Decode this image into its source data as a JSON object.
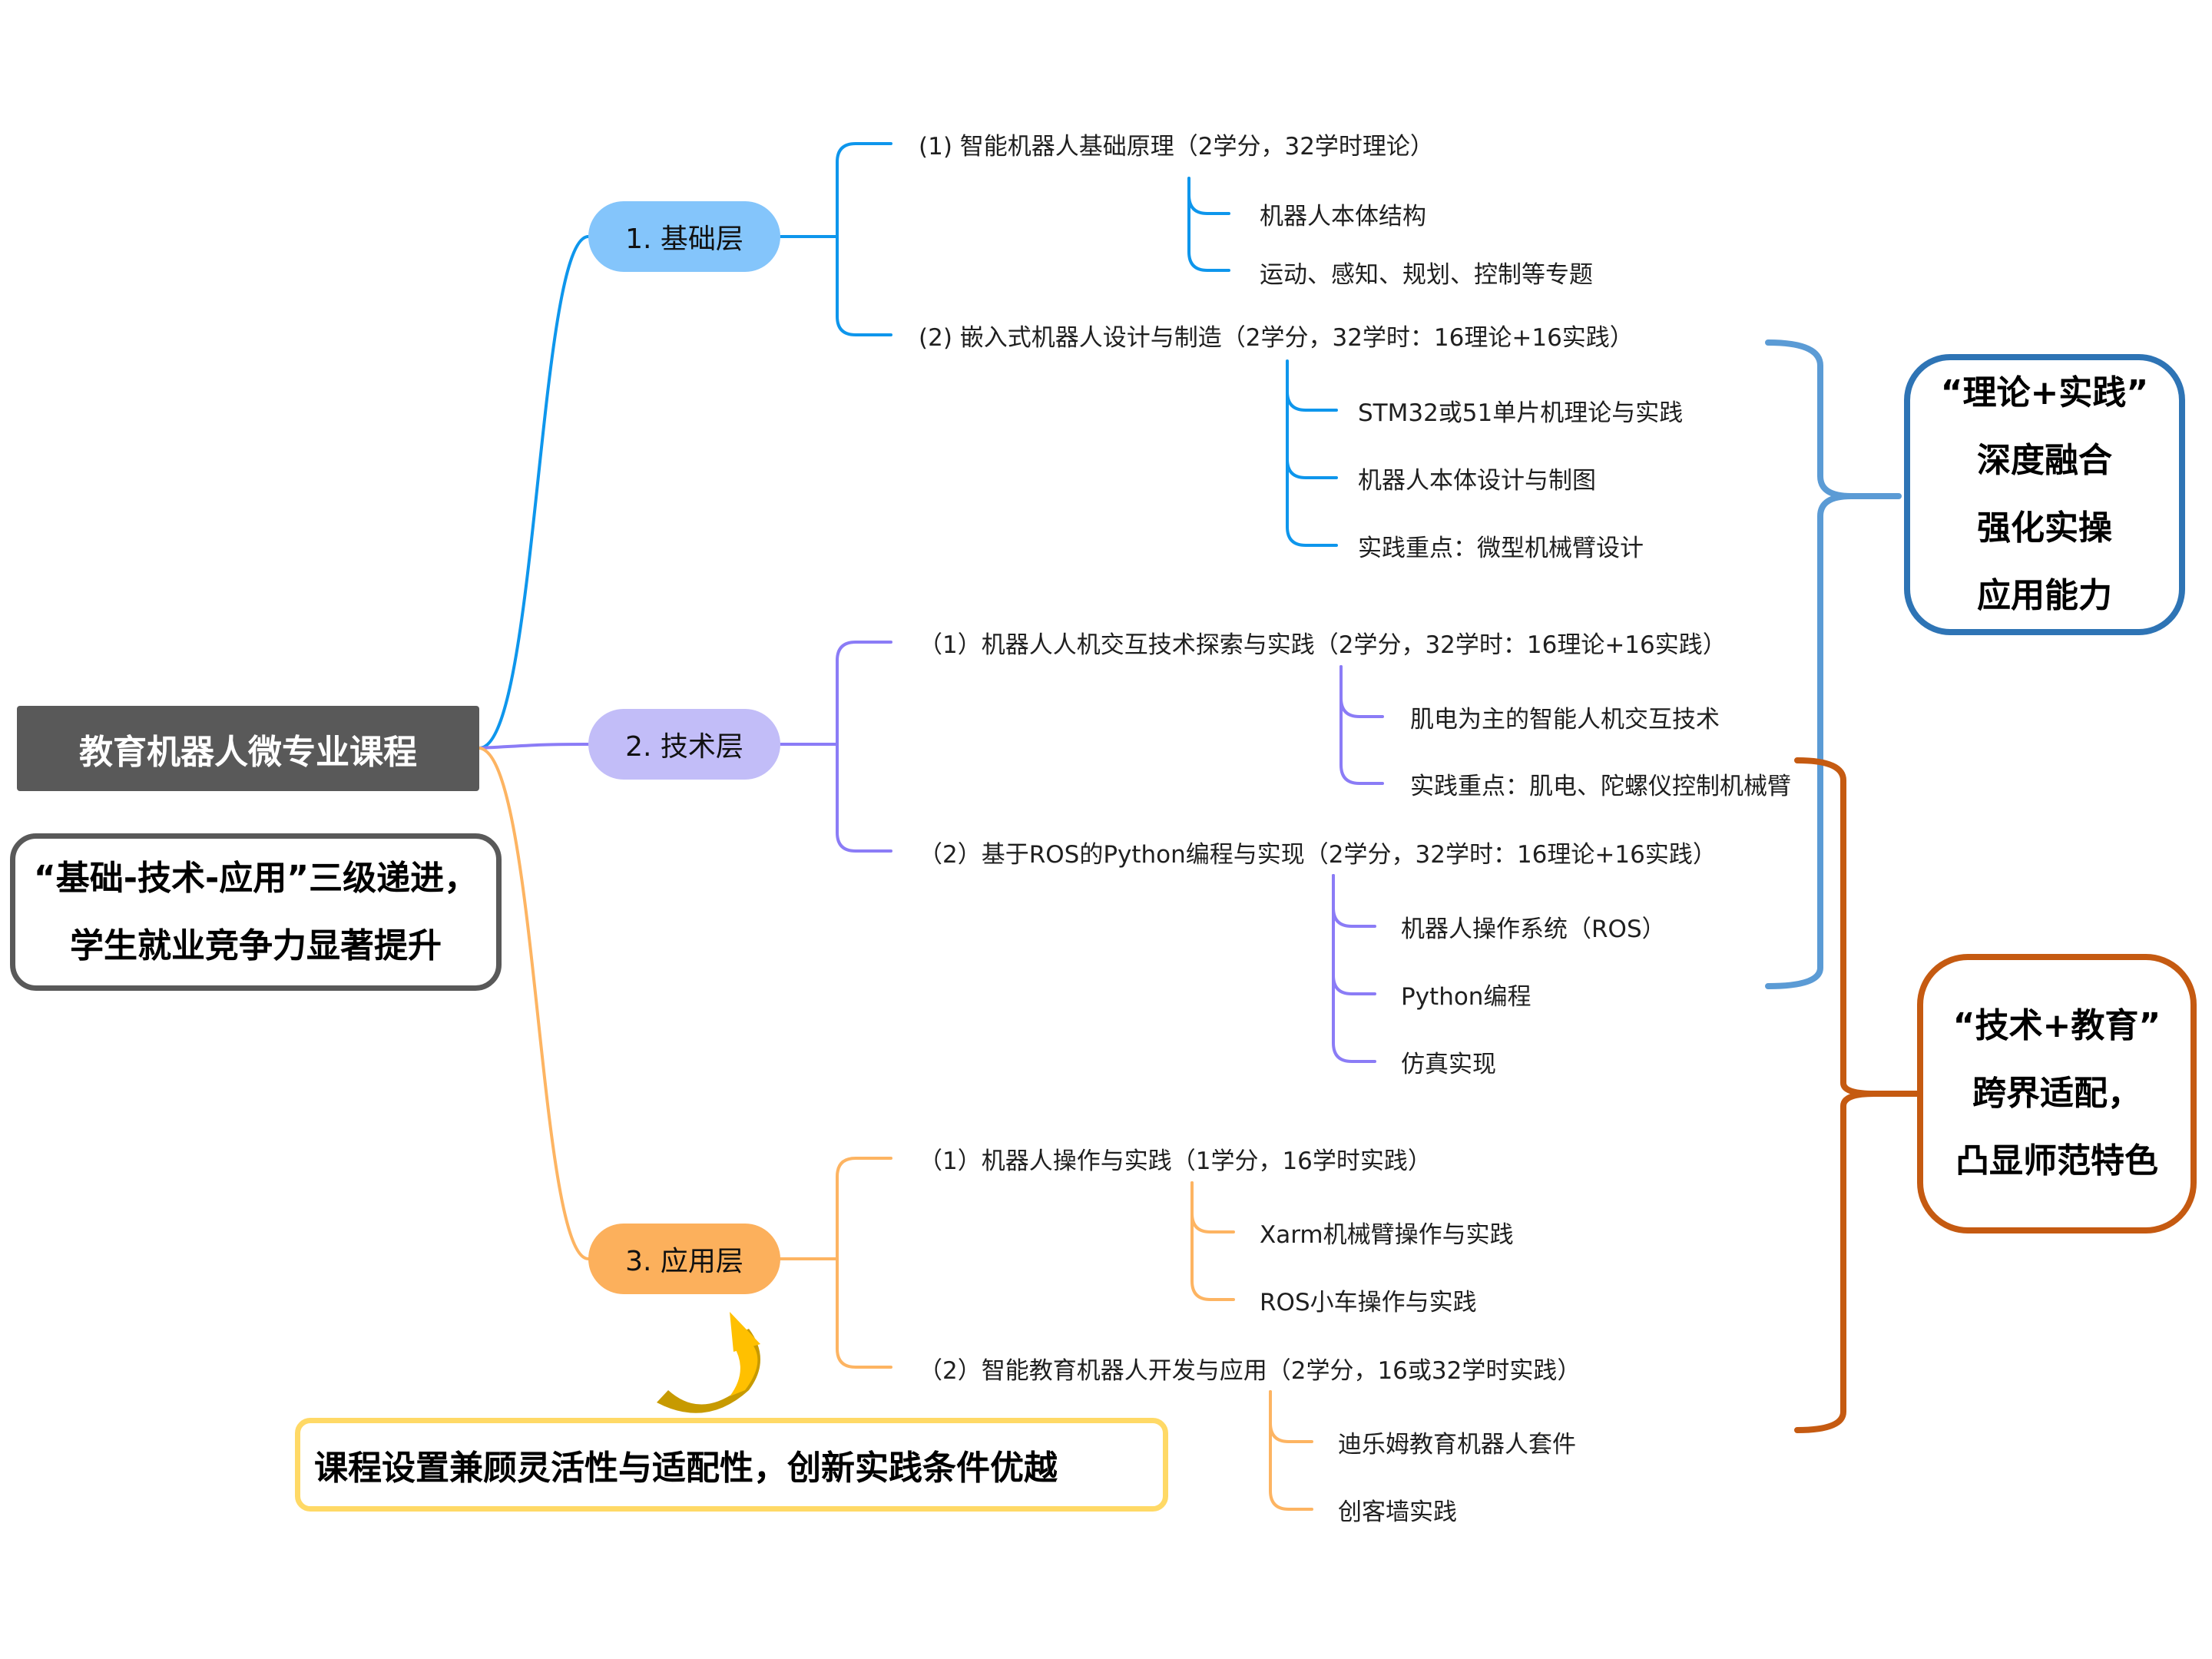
{
  "root": {
    "label": "教育机器人微专业课程"
  },
  "summary_left": {
    "lines": [
      "“基础-技术-应用”三级递进，",
      "学生就业竞争力显著提升"
    ]
  },
  "layers": [
    {
      "label": "1. 基础层",
      "color": "#0e96ec",
      "fill": "#84c5fb",
      "courses": [
        {
          "label": "(1) 智能机器人基础原理（2学分，32学时理论）",
          "items": [
            "机器人本体结构",
            "运动、感知、规划、控制等专题"
          ]
        },
        {
          "label": "(2) 嵌入式机器人设计与制造（2学分，32学时：16理论+16实践）",
          "items": [
            "STM32或51单片机理论与实践",
            "机器人本体设计与制图",
            "实践重点：微型机械臂设计"
          ]
        }
      ]
    },
    {
      "label": "2. 技术层",
      "color": "#8b7cf6",
      "fill": "#c2bdf8",
      "courses": [
        {
          "label": "（1）机器人人机交互技术探索与实践（2学分，32学时：16理论+16实践）",
          "items": [
            "肌电为主的智能人机交互技术",
            "实践重点：肌电、陀螺仪控制机械臂"
          ]
        },
        {
          "label": "（2）基于ROS的Python编程与实现（2学分，32学时：16理论+16实践）",
          "items": [
            "机器人操作系统（ROS）",
            "Python编程",
            "仿真实现"
          ]
        }
      ]
    },
    {
      "label": "3. 应用层",
      "color": "#fdb462",
      "fill": "#fcb05c",
      "courses": [
        {
          "label": "（1）机器人操作与实践（1学分，16学时实践）",
          "items": [
            "Xarm机械臂操作与实践",
            "ROS小车操作与实践"
          ]
        },
        {
          "label": "（2）智能教育机器人开发与应用（2学分，16或32学时实践）",
          "items": [
            "迪乐姆教育机器人套件",
            "创客墙实践"
          ]
        }
      ]
    }
  ],
  "callouts": {
    "blue": {
      "lines": [
        "“理论+实践”",
        "深度融合",
        "强化实操",
        "应用能力"
      ],
      "color": "#2e74b5",
      "brace_color": "#5b9bd5"
    },
    "orange": {
      "lines": [
        "“技术+教育”",
        "跨界适配，",
        "凸显师范特色"
      ],
      "color": "#c55a11"
    },
    "yellow": {
      "text": "课程设置兼顾灵活性与适配性，创新实践条件优越",
      "color": "#ffd966",
      "arrow_color": "#ffc000"
    }
  }
}
